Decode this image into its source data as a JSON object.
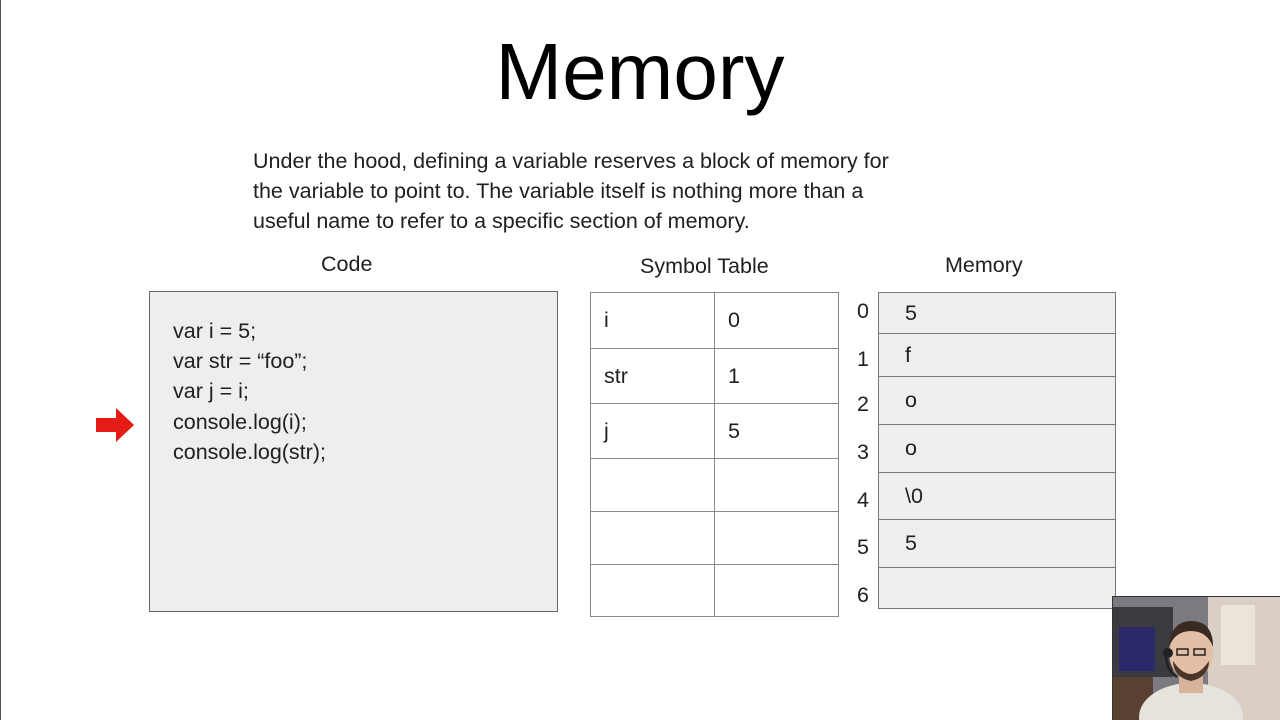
{
  "slide": {
    "title": "Memory",
    "description_lines": [
      "Under the hood, defining a variable reserves a block of memory for",
      "the variable to point to. The variable itself is nothing more than a",
      "useful name to refer to a specific section of memory."
    ]
  },
  "code_panel": {
    "heading": "Code",
    "lines": [
      "var i = 5;",
      "var str = “foo”;",
      "var j = i;",
      "console.log(i);",
      "console.log(str);"
    ],
    "current_line": 4,
    "arrow_color": "#e41b17"
  },
  "symbol_table": {
    "heading": "Symbol Table",
    "rows": [
      {
        "name": "i",
        "address": "0"
      },
      {
        "name": "str",
        "address": "1"
      },
      {
        "name": "j",
        "address": "5"
      },
      {
        "name": "",
        "address": ""
      },
      {
        "name": "",
        "address": ""
      },
      {
        "name": "",
        "address": ""
      }
    ]
  },
  "memory": {
    "heading": "Memory",
    "cells": [
      {
        "index": "0",
        "value": "5"
      },
      {
        "index": "1",
        "value": "f"
      },
      {
        "index": "2",
        "value": "o"
      },
      {
        "index": "3",
        "value": "o"
      },
      {
        "index": "4",
        "value": "\\0"
      },
      {
        "index": "5",
        "value": "5"
      },
      {
        "index": "6",
        "value": ""
      }
    ]
  },
  "colors": {
    "panel_fill": "#eeeeee",
    "border": "#777777"
  },
  "webcam": {
    "icon": "presenter-webcam"
  }
}
